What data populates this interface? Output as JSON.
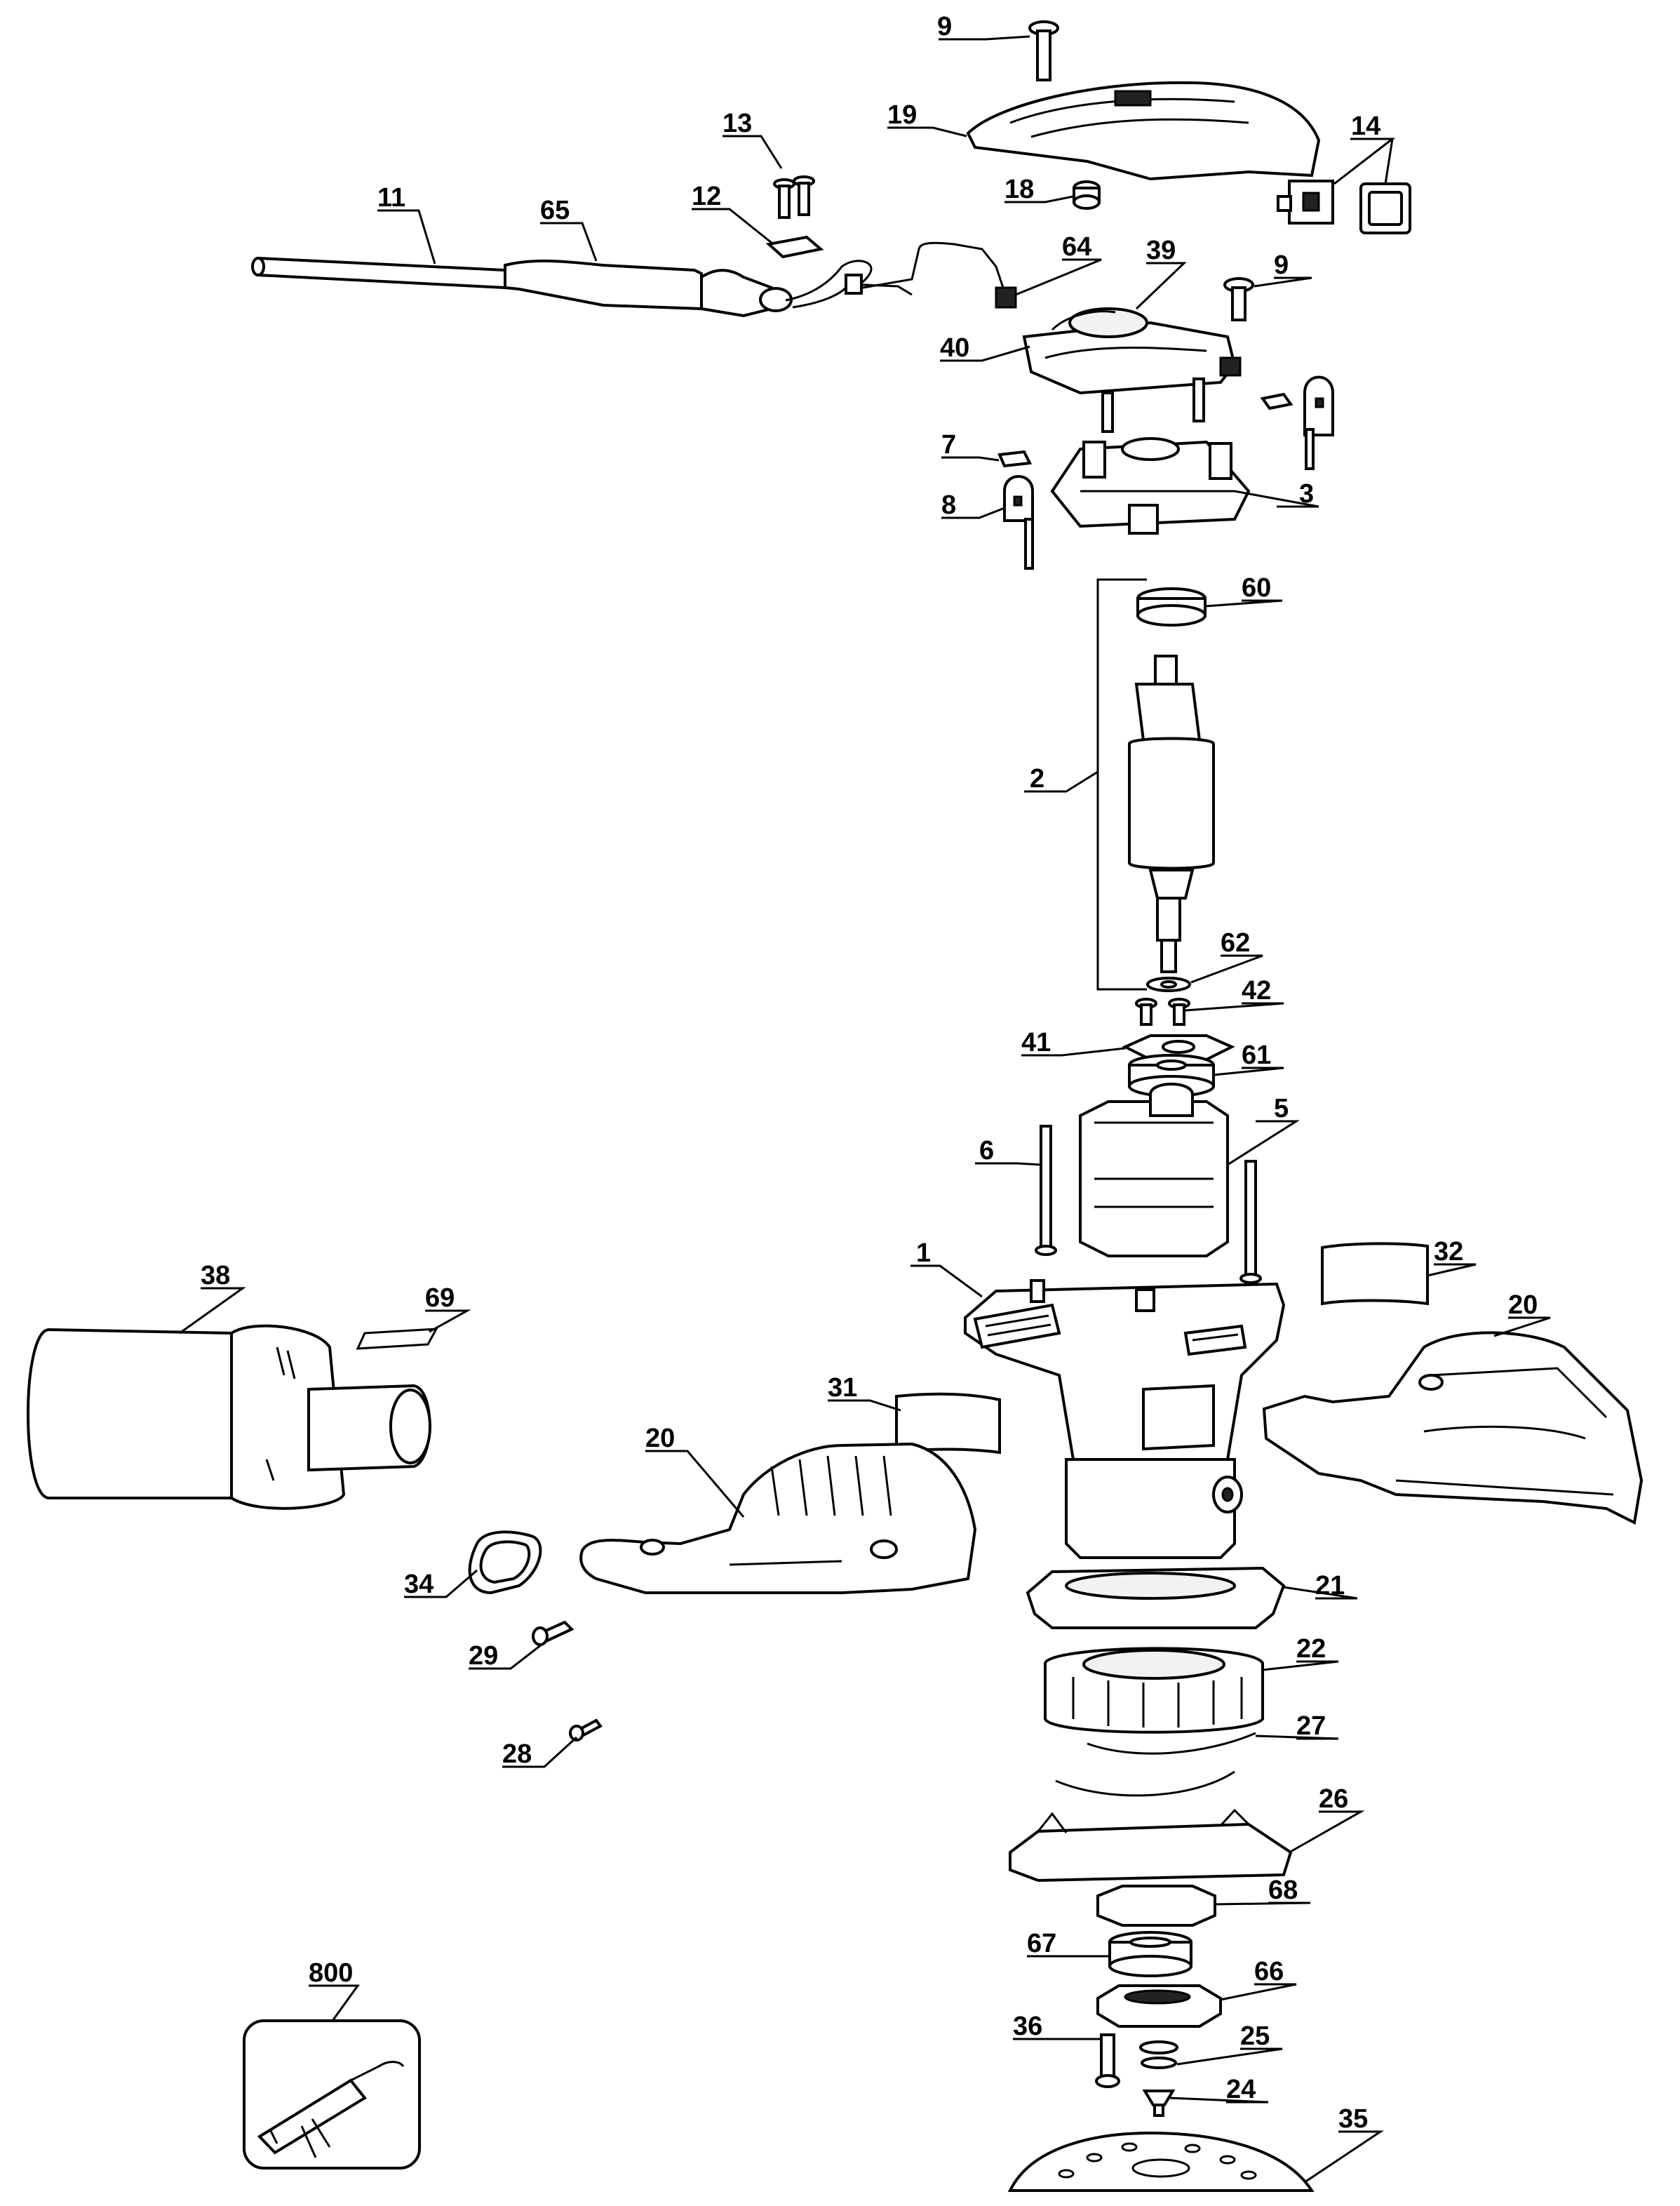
{
  "parts": [
    {
      "id": "p1",
      "label": "1"
    },
    {
      "id": "p2",
      "label": "2"
    },
    {
      "id": "p3",
      "label": "3"
    },
    {
      "id": "p5",
      "label": "5"
    },
    {
      "id": "p6",
      "label": "6"
    },
    {
      "id": "p7",
      "label": "7"
    },
    {
      "id": "p8",
      "label": "8"
    },
    {
      "id": "p9a",
      "label": "9"
    },
    {
      "id": "p9b",
      "label": "9"
    },
    {
      "id": "p11",
      "label": "11"
    },
    {
      "id": "p12",
      "label": "12"
    },
    {
      "id": "p13",
      "label": "13"
    },
    {
      "id": "p14",
      "label": "14"
    },
    {
      "id": "p18",
      "label": "18"
    },
    {
      "id": "p19",
      "label": "19"
    },
    {
      "id": "p20a",
      "label": "20"
    },
    {
      "id": "p20b",
      "label": "20"
    },
    {
      "id": "p21",
      "label": "21"
    },
    {
      "id": "p22",
      "label": "22"
    },
    {
      "id": "p24",
      "label": "24"
    },
    {
      "id": "p25",
      "label": "25"
    },
    {
      "id": "p26",
      "label": "26"
    },
    {
      "id": "p27",
      "label": "27"
    },
    {
      "id": "p28",
      "label": "28"
    },
    {
      "id": "p29",
      "label": "29"
    },
    {
      "id": "p31",
      "label": "31"
    },
    {
      "id": "p32",
      "label": "32"
    },
    {
      "id": "p34",
      "label": "34"
    },
    {
      "id": "p35",
      "label": "35"
    },
    {
      "id": "p36",
      "label": "36"
    },
    {
      "id": "p38",
      "label": "38"
    },
    {
      "id": "p39",
      "label": "39"
    },
    {
      "id": "p40",
      "label": "40"
    },
    {
      "id": "p41",
      "label": "41"
    },
    {
      "id": "p42",
      "label": "42"
    },
    {
      "id": "p60",
      "label": "60"
    },
    {
      "id": "p61",
      "label": "61"
    },
    {
      "id": "p62",
      "label": "62"
    },
    {
      "id": "p64",
      "label": "64"
    },
    {
      "id": "p65",
      "label": "65"
    },
    {
      "id": "p66",
      "label": "66"
    },
    {
      "id": "p67",
      "label": "67"
    },
    {
      "id": "p68",
      "label": "68"
    },
    {
      "id": "p69",
      "label": "69"
    },
    {
      "id": "p800",
      "label": "800"
    }
  ]
}
